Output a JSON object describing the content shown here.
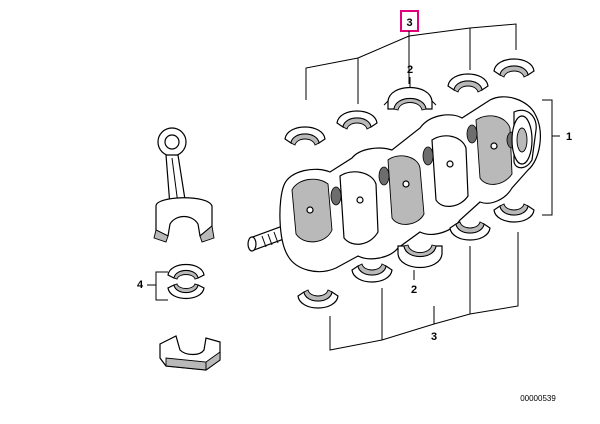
{
  "callouts": {
    "crankshaft": "1",
    "thrust_bearing_top": "2",
    "thrust_bearing_bottom": "2",
    "bearing_set_top": "3",
    "bearing_set_bottom": "3",
    "conrod_bearing": "4"
  },
  "highlight_color": "#e0007a",
  "drawing_number": "00000539"
}
